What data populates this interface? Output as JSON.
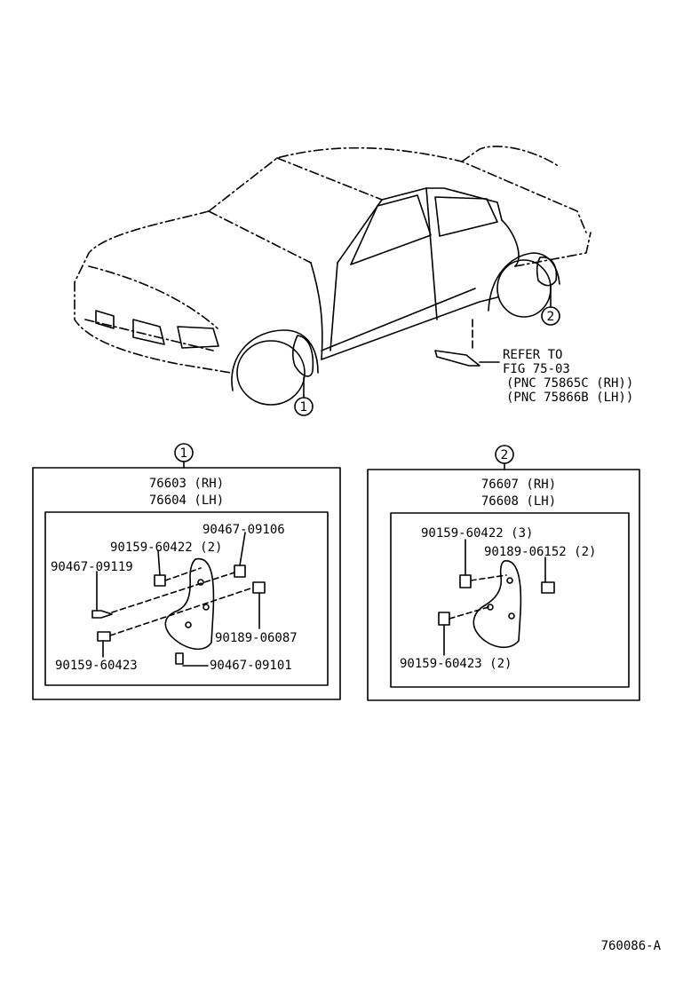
{
  "callouts": {
    "one": "1",
    "two": "2"
  },
  "refer": {
    "line1": "REFER TO",
    "line2": "FIG 75-03",
    "line3": "(PNC 75865C (RH))",
    "line4": "(PNC 75866B (LH))"
  },
  "panel1": {
    "callout": "1",
    "title_rh": "76603 (RH)",
    "title_lh": "76604 (LH)",
    "parts": {
      "p1": "90467-09106",
      "p2": "90159-60422 (2)",
      "p3": "90467-09119",
      "p4": "90189-06087",
      "p5": "90159-60423",
      "p6": "90467-09101"
    }
  },
  "panel2": {
    "callout": "2",
    "title_rh": "76607 (RH)",
    "title_lh": "76608 (LH)",
    "parts": {
      "p1": "90159-60422 (3)",
      "p2": "90189-06152 (2)",
      "p3": "90159-60423 (2)"
    }
  },
  "figure_id": "760086-A"
}
